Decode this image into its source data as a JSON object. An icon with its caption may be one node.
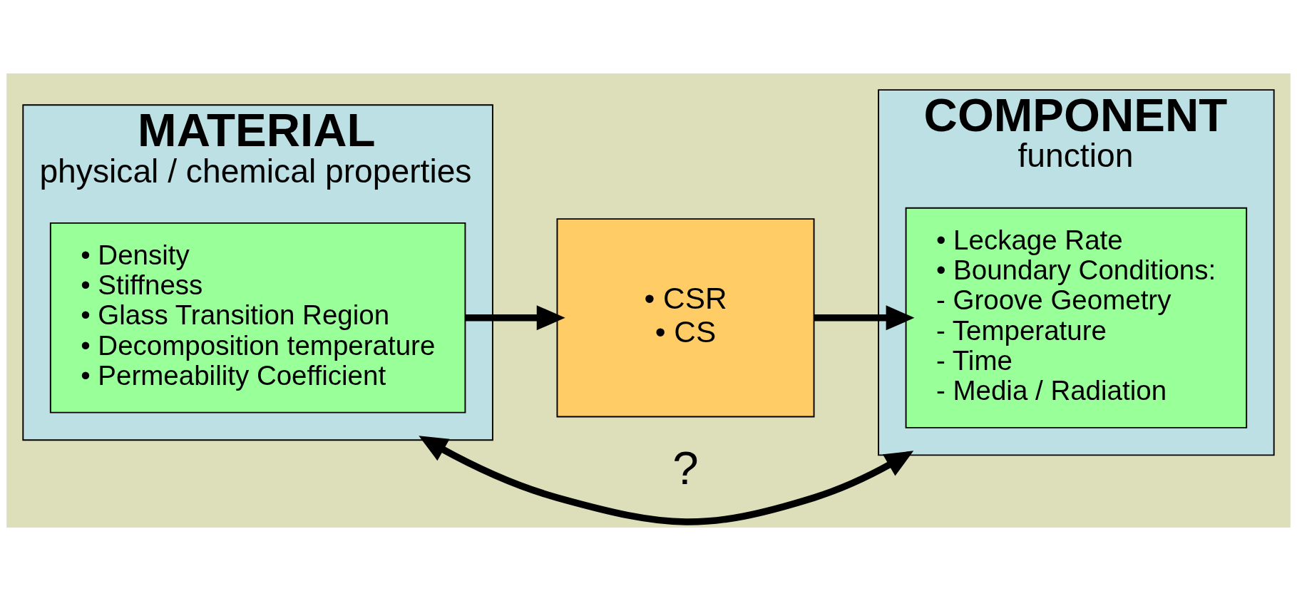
{
  "diagram": {
    "nodes": [
      {
        "text": [
          "MATERIAL",
          "physical / chemical properties"
        ]
      },
      {
        "text": [
          "• Density",
          "• Stiffness",
          "• Glass Transition Region",
          "• Decomposition temperature",
          "• Permeability Coefficient"
        ],
        "in": 0
      },
      {
        "text": [
          "• CSR",
          "• CS"
        ]
      },
      {
        "text": [
          "COMPONENT",
          "function"
        ]
      },
      {
        "text": [
          "• Leckage Rate",
          "• Boundary Conditions:",
          "- Groove Geometry",
          "- Temperature",
          "- Time",
          "- Media / Radiation"
        ],
        "in": 3
      }
    ],
    "edges": [
      {
        "from": 0,
        "to": 3,
        "arrow": "both",
        "label": "?"
      },
      {
        "from": 1,
        "to": 2,
        "arrow": "to"
      },
      {
        "from": 2,
        "to": 4,
        "arrow": "to"
      }
    ]
  }
}
